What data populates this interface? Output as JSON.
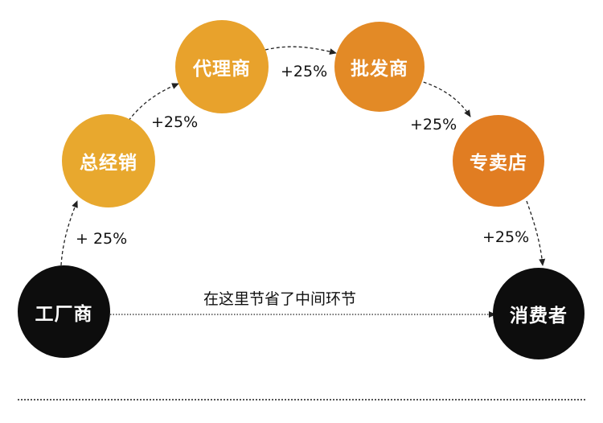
{
  "nodes": {
    "factory": "工厂商",
    "distributor": "总经销",
    "agent": "代理商",
    "wholesaler": "批发商",
    "retailer": "专卖店",
    "consumer": "消费者"
  },
  "markups": {
    "factory_to_distributor": "+ 25%",
    "distributor_to_agent": "+25%",
    "agent_to_wholesaler": "+25%",
    "wholesaler_to_retailer": "+25%",
    "retailer_to_consumer": "+25%"
  },
  "direct_route_caption": "在这里节省了中间环节",
  "colors": {
    "endpoint_fill": "#0d0d0d",
    "distributor_fill": "#e8a82e",
    "agent_fill": "#e8a22c",
    "wholesaler_fill": "#e38a26",
    "retailer_fill": "#e17d22",
    "arrow": "#222222"
  }
}
